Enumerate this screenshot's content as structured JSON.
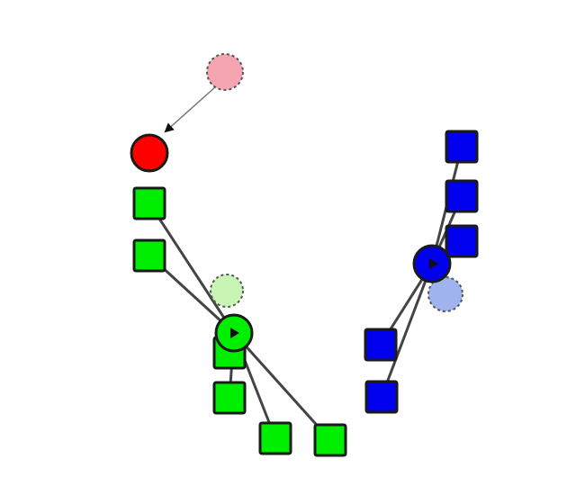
{
  "diagram": {
    "colors": {
      "red": "#ff0000",
      "red_ghost": "#f5a5b0",
      "green": "#00ee00",
      "green_ghost": "#c8f5b4",
      "blue": "#0000ee",
      "blue_ghost": "#9fb4ee",
      "stroke": "#1a1a1a",
      "edge": "#444444",
      "ghost_edge": "#777777"
    },
    "groups": [
      "red",
      "green",
      "blue"
    ],
    "legend": []
  }
}
